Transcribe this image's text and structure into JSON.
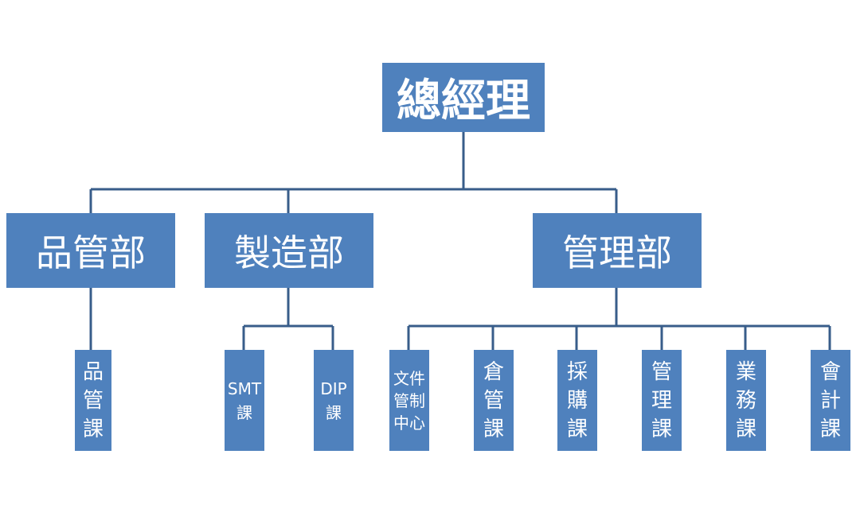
{
  "top": {
    "label": "總經理"
  },
  "departments": {
    "quality": {
      "label": "品管部"
    },
    "manufacturing": {
      "label": "製造部"
    },
    "management": {
      "label": "管理部"
    }
  },
  "sections": {
    "quality_section": {
      "label": "品\n管\n課"
    },
    "smt": {
      "label": "SMT\n課"
    },
    "dip": {
      "label": "DIP\n課"
    },
    "document_control": {
      "label": "文件\n管制\n中心"
    },
    "warehouse": {
      "label": "倉\n管\n課"
    },
    "purchasing": {
      "label": "採\n購\n課"
    },
    "admin": {
      "label": "管\n理\n課"
    },
    "sales": {
      "label": "業\n務\n課"
    },
    "accounting": {
      "label": "會\n計\n課"
    }
  },
  "colors": {
    "box": "#4F81BD",
    "line": "#385D8A",
    "text": "#FFFFFF"
  }
}
